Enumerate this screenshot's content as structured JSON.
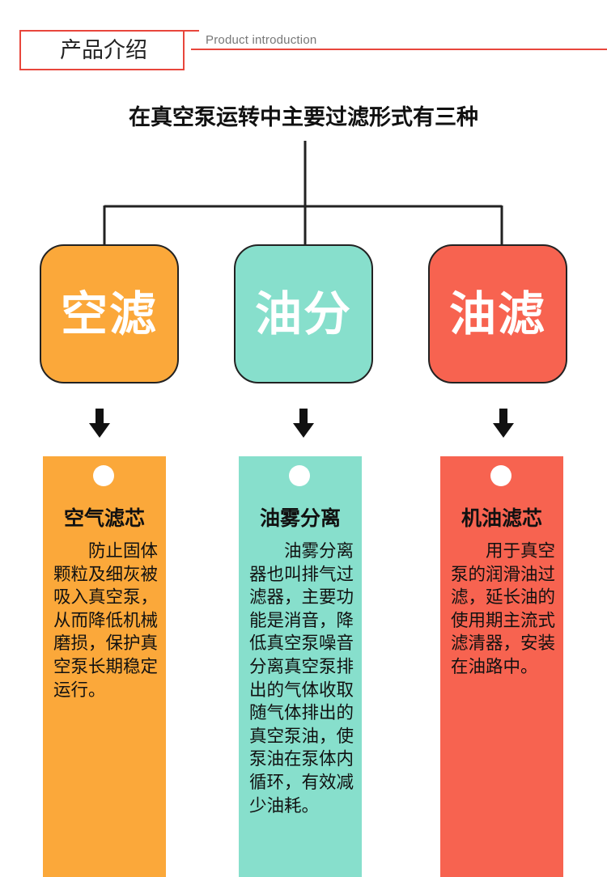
{
  "header": {
    "title": "产品介绍",
    "subtitle": "Product introduction",
    "accent_color": "#e8463c"
  },
  "main_title": "在真空泵运转中主要过滤形式有三种",
  "categories": [
    {
      "label": "空滤",
      "color": "#fba83a"
    },
    {
      "label": "油分",
      "color": "#87dfcc"
    },
    {
      "label": "油滤",
      "color": "#f76350"
    }
  ],
  "cards": [
    {
      "title": "空气滤芯",
      "body": "防止固体颗粒及细灰被吸入真空泵，从而降低机械磨损，保护真空泵长期稳定运行。",
      "color": "#fba83a"
    },
    {
      "title": "油雾分离",
      "body": "油雾分离器也叫排气过滤器，主要功能是消音，降低真空泵噪音分离真空泵排出的气体收取随气体排出的真空泵油，使泵油在泵体内循环，有效减少油耗。",
      "color": "#87dfcc"
    },
    {
      "title": "机油滤芯",
      "body": "用于真空泵的润滑油过滤，延长油的使用期主流式滤清器，安装在油路中。",
      "color": "#f76350"
    }
  ]
}
